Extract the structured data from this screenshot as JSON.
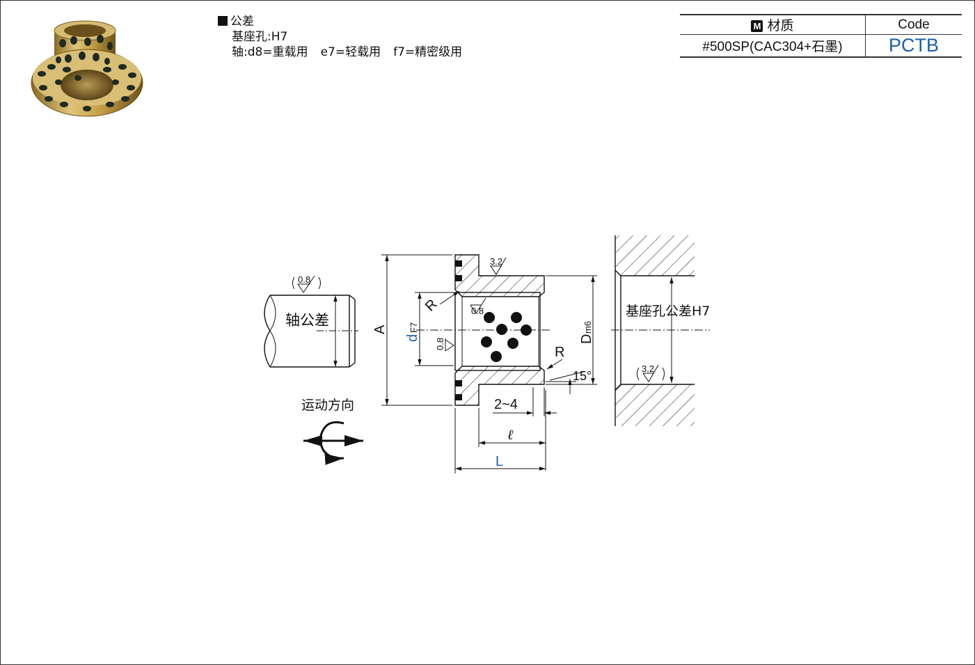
{
  "tolerance": {
    "heading": "公差",
    "base_hole": "基座孔:H7",
    "shaft_label": "轴:d8=重载用",
    "e7_label": "e7=轻载用",
    "f7_label": "f7=精密级用"
  },
  "material_table": {
    "material_header_icon": "M",
    "material_header": "材质",
    "code_header": "Code",
    "material_value": "#500SP(CAC304+石墨)",
    "code_value": "PCTB"
  },
  "drawing": {
    "shaft_roughness": "0.8",
    "shaft_tolerance": "轴公差",
    "motion_direction": "运动方向",
    "dim_A": "A",
    "dim_d": "d",
    "dim_d_sub": "F7",
    "dim_R_top": "R",
    "roughness_inner_top": "0.8",
    "roughness_inner_side": "0.8",
    "roughness_outer": "3.2",
    "dim_D": "D",
    "dim_D_sub": "m6",
    "dim_R_right": "R",
    "angle_15": "15°",
    "dim_2to4": "2~4",
    "dim_l": "ℓ",
    "dim_L": "L",
    "housing_tolerance": "基座孔公差H7",
    "housing_roughness": "3.2"
  },
  "colors": {
    "accent_blue": "#1a5fa8",
    "bronze": "#c9a24a",
    "graphite": "#1e2a22"
  }
}
